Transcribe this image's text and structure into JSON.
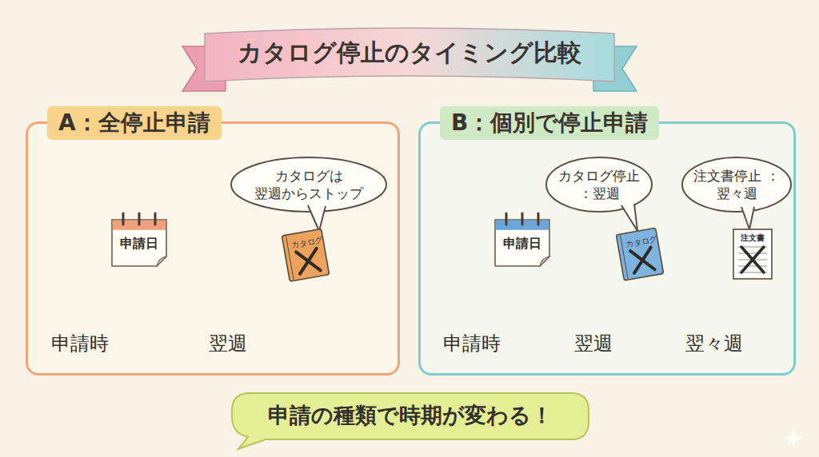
{
  "diagram": {
    "title": "カタログ停止のタイミング比較",
    "caption": "申請の種類で時期が変わる！",
    "nodes": [
      {
        "text": [
          "A：全停止申請"
        ]
      },
      {
        "text": [
          "申請日"
        ],
        "in": 0
      },
      {
        "text": [
          "カタログは 翌週からストップ"
        ],
        "in": 0
      },
      {
        "text": [
          "カタログ"
        ],
        "in": 0
      },
      {
        "text": [
          "B：個別で停止申請"
        ]
      },
      {
        "text": [
          "申請日"
        ],
        "in": 4
      },
      {
        "text": [
          "カタログ停止 ：翌週"
        ],
        "in": 4
      },
      {
        "text": [
          "注文書停止 ：翌々週"
        ],
        "in": 4
      },
      {
        "text": [
          "カタログ"
        ],
        "in": 4
      },
      {
        "text": [
          "注文書"
        ],
        "in": 4
      }
    ],
    "labels": [
      "申請時",
      "翌週",
      "申請時",
      "翌週",
      "翌々週"
    ]
  }
}
